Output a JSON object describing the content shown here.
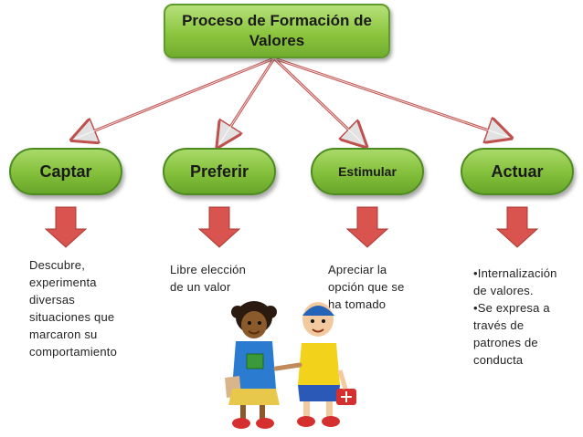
{
  "root": {
    "title": "Proceso de Formación de Valores"
  },
  "branches": [
    {
      "label": "Captar",
      "description": "Descubre, experimenta diversas situaciones que marcaron su comportamiento"
    },
    {
      "label": "Preferir",
      "description": "Libre elección de un valor"
    },
    {
      "label": "Estimular",
      "description": "Apreciar la opción que se ha tomado"
    },
    {
      "label": "Actuar",
      "bullets": [
        "Internalización de valores.",
        "Se expresa a través de patrones de conducta"
      ]
    }
  ],
  "colors": {
    "node_green": "#8cc63f",
    "arrow_red": "#d9534f",
    "connector": "#c0504d"
  },
  "illustration": "two-children-walking-holding-hands"
}
